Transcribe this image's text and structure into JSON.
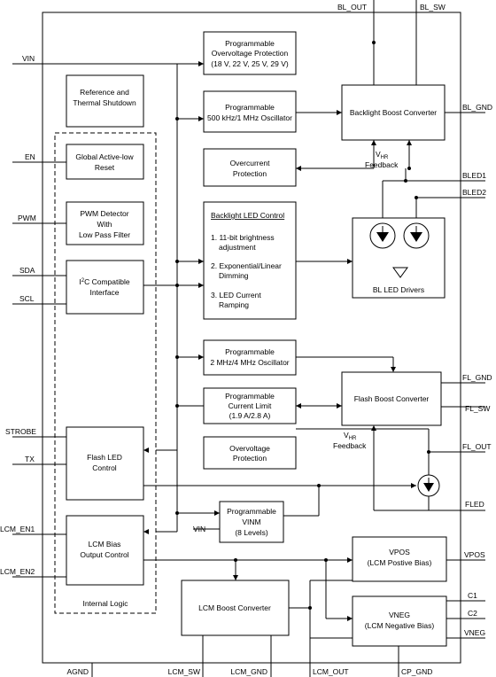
{
  "pins": {
    "top": {
      "bl_out": "BL_OUT",
      "bl_sw": "BL_SW"
    },
    "left": {
      "vin": "VIN",
      "en": "EN",
      "pwm": "PWM",
      "sda": "SDA",
      "scl": "SCL",
      "strobe": "STROBE",
      "tx": "TX",
      "lcm_en1": "LCM_EN1",
      "lcm_en2": "LCM_EN2"
    },
    "right": {
      "bl_gnd": "BL_GND",
      "bled1": "BLED1",
      "bled2": "BLED2",
      "fl_gnd": "FL_GND",
      "fl_sw": "FL_SW",
      "fl_out": "FL_OUT",
      "fled": "FLED",
      "vpos": "VPOS",
      "c1": "C1",
      "c2": "C2",
      "vneg": "VNEG"
    },
    "bottom": {
      "agnd": "AGND",
      "lcm_sw": "LCM_SW",
      "lcm_gnd": "LCM_GND",
      "lcm_out": "LCM_OUT",
      "cp_gnd": "CP_GND"
    },
    "vin_internal": "VIN"
  },
  "blocks": {
    "ref_thermal": [
      "Reference and",
      "Thermal Shutdown"
    ],
    "global_reset": [
      "Global Active-low",
      "Reset"
    ],
    "pwm_detector": [
      "PWM Detector",
      "With",
      "Low Pass Filter"
    ],
    "i2c": {
      "i": "I",
      "sup": "2",
      "rest": "C Compatible",
      "line2": "Interface"
    },
    "flash_led_control": [
      "Flash LED",
      "Control"
    ],
    "lcm_bias_control": [
      "LCM Bias",
      "Output Control"
    ],
    "internal_logic": "Internal Logic",
    "bl_ovp": [
      "Programmable",
      "Overvoltage Protection",
      "(18 V, 22 V, 25 V, 29 V)"
    ],
    "bl_osc": [
      "Programmable",
      "500 kHz/1 MHz Oscillator"
    ],
    "overcurrent": [
      "Overcurrent",
      "Protection"
    ],
    "bl_led_control": {
      "title": "Backlight LED Control",
      "items": [
        "1. 11-bit brightness",
        "adjustment",
        "2. Exponential/Linear",
        "Dimming",
        "3. LED Current",
        "Ramping"
      ]
    },
    "bl_boost": "Backlight Boost Converter",
    "bl_led_drivers": "BL LED Drivers",
    "fl_osc": [
      "Programmable",
      "2 MHz/4 MHz Oscillator"
    ],
    "fl_current_limit": [
      "Programmable",
      "Current Limit",
      "(1.9 A/2.8 A)"
    ],
    "fl_ovp": [
      "Overvoltage",
      "Protection"
    ],
    "fl_boost": "Flash Boost Converter",
    "prog_vinm": [
      "Programmable",
      "VINM",
      "(8 Levels)"
    ],
    "lcm_boost": "LCM Boost Converter",
    "vpos": [
      "VPOS",
      "(LCM Postive Bias)"
    ],
    "vneg": [
      "VNEG",
      "(LCM Negative Bias)"
    ]
  },
  "feedback": {
    "bl": {
      "v": "V",
      "sub": "HR",
      "word": "Feedback"
    },
    "fl": {
      "v": "V",
      "sub": "HR",
      "word": "Feedback"
    }
  }
}
